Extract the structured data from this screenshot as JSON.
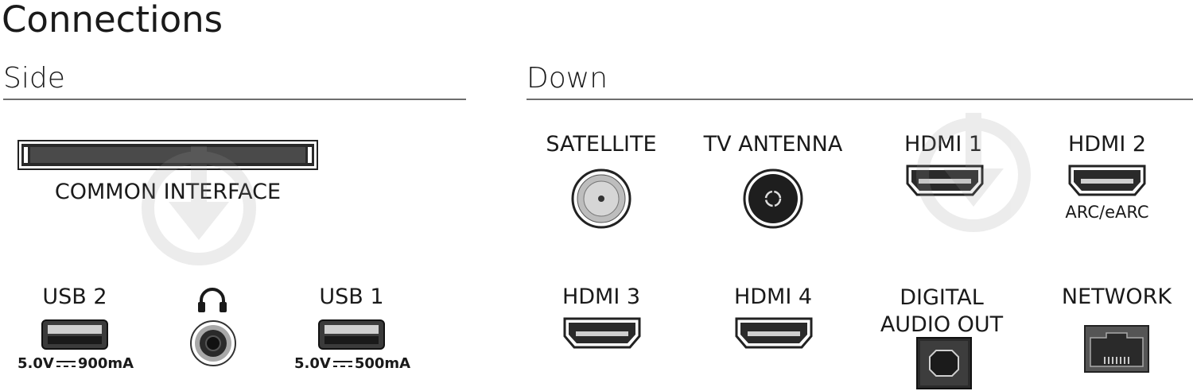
{
  "title": "Connections",
  "sections": {
    "side": "Side",
    "down": "Down"
  },
  "side": {
    "common_interface": "COMMON INTERFACE",
    "usb2": {
      "label": "USB 2",
      "spec_voltage": "5.0V",
      "spec_current": "900mA"
    },
    "headphone": {
      "icon": "headphones-icon"
    },
    "usb1": {
      "label": "USB 1",
      "spec_voltage": "5.0V",
      "spec_current": "500mA"
    }
  },
  "down": {
    "satellite": "SATELLITE",
    "tv_antenna": "TV ANTENNA",
    "hdmi1": "HDMI 1",
    "hdmi2": "HDMI 2",
    "hdmi2_note": "ARC/eARC",
    "hdmi3": "HDMI 3",
    "hdmi4": "HDMI 4",
    "digital_audio_line1": "DIGITAL",
    "digital_audio_line2": "AUDIO OUT",
    "network": "NETWORK"
  },
  "colors": {
    "text": "#1a1a1a",
    "rule": "#6e6e6e",
    "port_dark": "#222222",
    "port_gray": "#9a9a9a",
    "watermark": "#b0b0b0"
  }
}
